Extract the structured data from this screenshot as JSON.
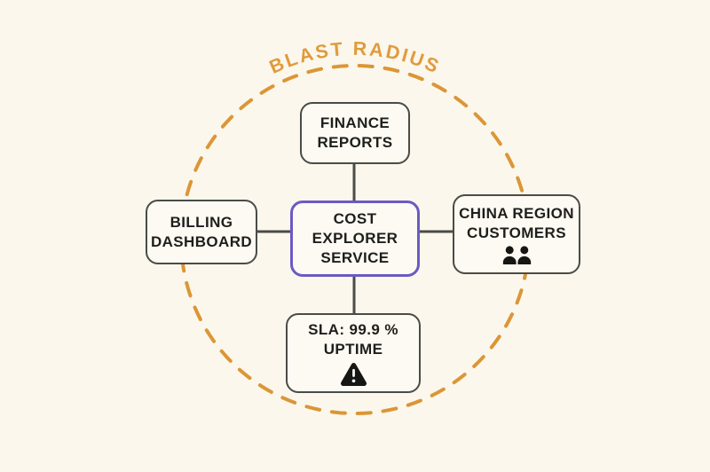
{
  "title": {
    "text": "BLAST RADIUS"
  },
  "colors": {
    "background": "#FBF7EC",
    "node_background": "#FCFAF2",
    "node_border": "#4B4B47",
    "center_accent_purple": "#6B5AC4",
    "blast_radius_orange": "#DB9636",
    "title_orange": "#E09B3C",
    "text": "#1E1E1C"
  },
  "diagram": {
    "center_node": {
      "id": "cost-explorer",
      "label": "COST EXPLORER SERVICE"
    },
    "nodes": {
      "finance": {
        "label": "FINANCE REPORTS"
      },
      "billing": {
        "label": "BILLING DASHBOARD"
      },
      "china": {
        "label": "CHINA REGION CUSTOMERS",
        "icon": "people-icon"
      },
      "sla": {
        "label": "SLA: 99.9 % UPTIME",
        "icon": "warning-icon"
      }
    },
    "edges": [
      {
        "from": "cost-explorer",
        "to": "finance"
      },
      {
        "from": "cost-explorer",
        "to": "billing"
      },
      {
        "from": "cost-explorer",
        "to": "china"
      },
      {
        "from": "cost-explorer",
        "to": "sla"
      }
    ]
  }
}
